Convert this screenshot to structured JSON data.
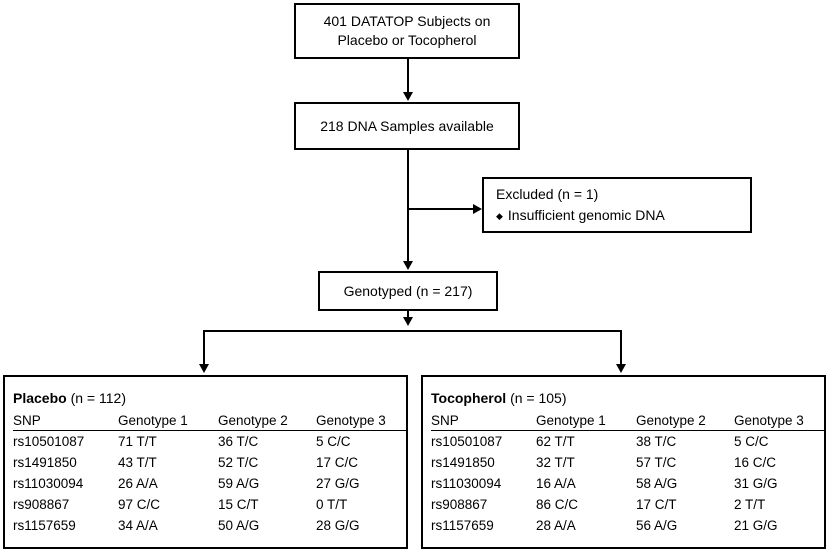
{
  "flow": {
    "subjects": "401 DATATOP Subjects on\nPlacebo or Tocopherol",
    "dna_samples": "218 DNA Samples available",
    "excluded_title": "Excluded  (n = 1)",
    "excluded_reason": "Insufficient genomic DNA",
    "genotyped": "Genotyped (n = 217)"
  },
  "groups": [
    {
      "name": "Placebo",
      "count_label": "(n = 112)",
      "headers": [
        "SNP",
        "Genotype 1",
        "Genotype 2",
        "Genotype 3"
      ],
      "rows": [
        [
          "rs10501087",
          "71 T/T",
          "36 T/C",
          "5 C/C"
        ],
        [
          "rs1491850",
          "43 T/T",
          "52 T/C",
          "17 C/C"
        ],
        [
          "rs11030094",
          "26 A/A",
          "59 A/G",
          "27 G/G"
        ],
        [
          "rs908867",
          "97 C/C",
          "15 C/T",
          "0 T/T"
        ],
        [
          "rs1157659",
          "34 A/A",
          "50 A/G",
          "28 G/G"
        ]
      ]
    },
    {
      "name": "Tocopherol",
      "count_label": "(n = 105)",
      "headers": [
        "SNP",
        "Genotype 1",
        "Genotype 2",
        "Genotype 3"
      ],
      "rows": [
        [
          "rs10501087",
          "62 T/T",
          "38 T/C",
          "5 C/C"
        ],
        [
          "rs1491850",
          "32 T/T",
          "57 T/C",
          "16 C/C"
        ],
        [
          "rs11030094",
          "16 A/A",
          "58 A/G",
          "31 G/G"
        ],
        [
          "rs908867",
          "86 C/C",
          "17 C/T",
          "2 T/T"
        ],
        [
          "rs1157659",
          "28 A/A",
          "56 A/G",
          "21 G/G"
        ]
      ]
    }
  ]
}
